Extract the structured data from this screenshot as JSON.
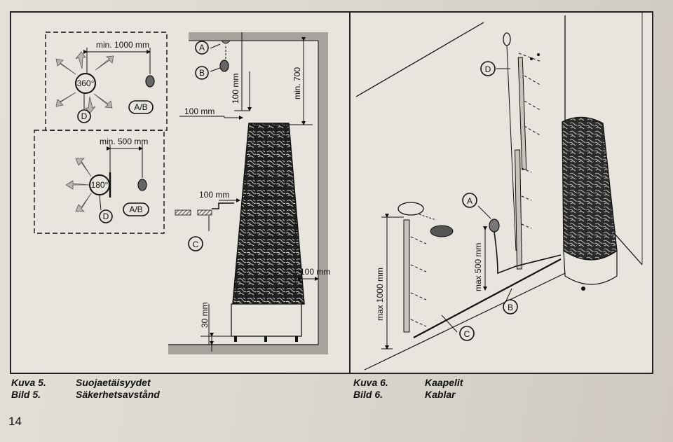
{
  "figure5": {
    "labels": {
      "A": "A",
      "B": "B",
      "C": "C",
      "D_top": "D",
      "D_bottom": "D",
      "AB_top": "A/B",
      "AB_bottom": "A/B",
      "angle_360": "360°",
      "angle_180": "180°"
    },
    "dimensions": {
      "min_1000": "min. 1000 mm",
      "min_500": "min. 500 mm",
      "min_700": "min. 700",
      "d_100_vertical": "100 mm",
      "d_100_left": "100 mm",
      "d_100_mid": "100 mm",
      "d_100_right": "100 mm",
      "d_30": "30 mm"
    },
    "caption": {
      "kuva_label": "Kuva 5.",
      "bild_label": "Bild 5.",
      "title_fi": "Suojaetäisyydet",
      "title_sv": "Säkerhetsavstånd"
    }
  },
  "figure6": {
    "labels": {
      "A": "A",
      "B": "B",
      "C": "C",
      "D": "D"
    },
    "dimensions": {
      "max_1000": "max 1000 mm",
      "max_500": "max 500 mm"
    },
    "caption": {
      "kuva_label": "Kuva 6.",
      "bild_label": "Bild 6.",
      "title_fi": "Kaapelit",
      "title_sv": "Kablar"
    }
  },
  "page_number": "14",
  "colors": {
    "paper": "#e8e5de",
    "ink": "#111111",
    "wall_shade": "#a7a39c",
    "stone_fill": "#2b2b2b"
  }
}
